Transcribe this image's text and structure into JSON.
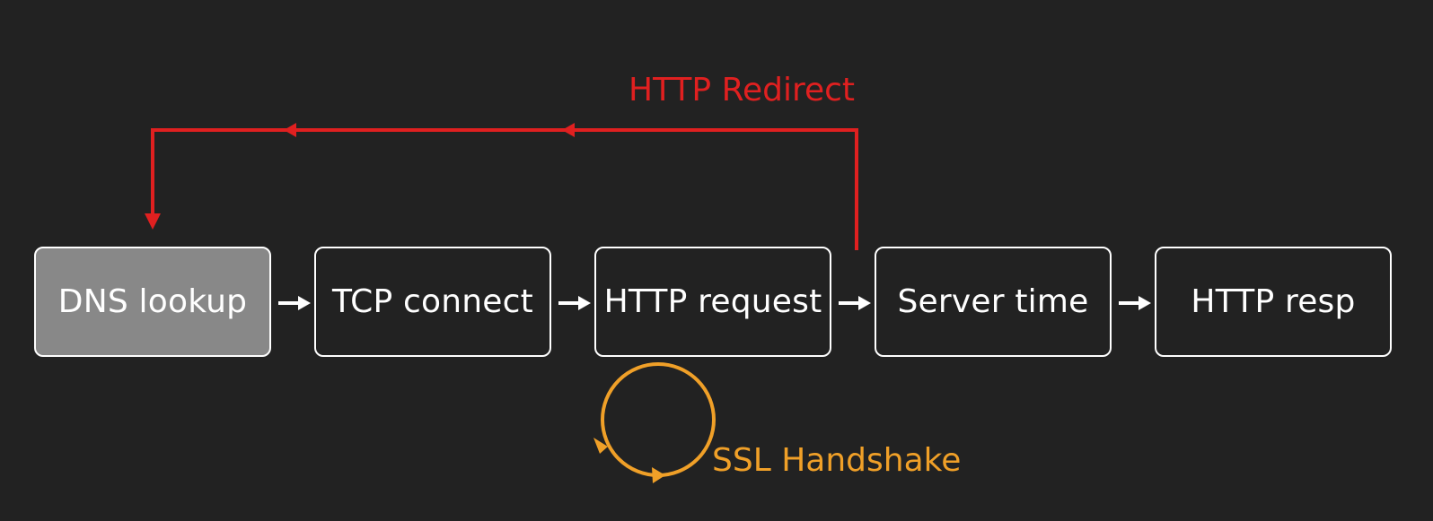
{
  "steps": [
    {
      "label": "DNS lookup",
      "active": true
    },
    {
      "label": "TCP connect",
      "active": false
    },
    {
      "label": "HTTP request",
      "active": false
    },
    {
      "label": "Server time",
      "active": false
    },
    {
      "label": "HTTP resp",
      "active": false
    }
  ],
  "redirect": {
    "label": "HTTP Redirect",
    "color": "#e02020"
  },
  "ssl": {
    "label": "SSL Handshake",
    "color": "#f0a028"
  },
  "colors": {
    "background": "#222222",
    "box_border": "#ffffff",
    "active_fill": "#888888",
    "text": "#ffffff"
  }
}
